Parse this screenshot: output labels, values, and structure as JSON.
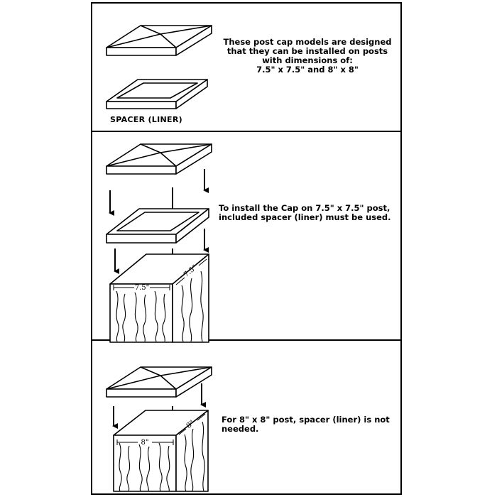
{
  "panel_1": {
    "description_lines": [
      "These post cap models are designed",
      "that they can be installed on posts",
      "with dimensions of:",
      "7.5\" x 7.5\" and 8\" x 8\""
    ],
    "spacer_label": "SPACER (LINER)"
  },
  "panel_2": {
    "instruction_lines": [
      "To install the Cap on 7.5\" x 7.5\" post,",
      "included spacer (liner) must be used."
    ],
    "dimension_front": "7.5\"",
    "dimension_side": "7.5\""
  },
  "panel_3": {
    "instruction_lines": [
      "For 8\" x 8\" post, spacer (liner) is not",
      "needed."
    ],
    "dimension_front": "8\"",
    "dimension_side": "8\""
  },
  "colors": {
    "line": "#000000",
    "background": "#ffffff"
  }
}
